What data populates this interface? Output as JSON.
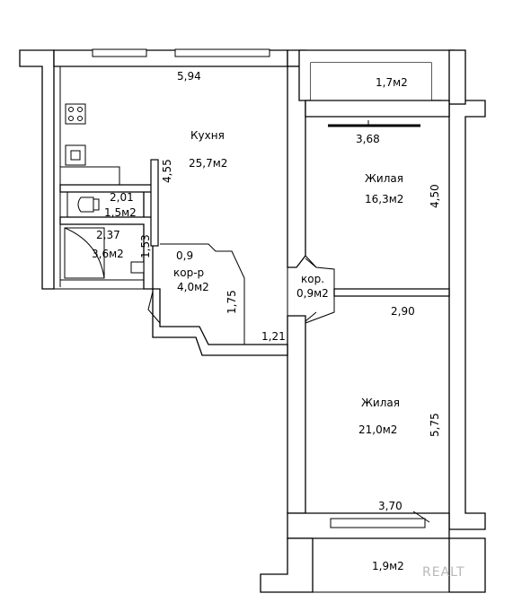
{
  "rooms": {
    "kitchen": {
      "name": "Кухня",
      "area": "25,7м2",
      "width": "5,94",
      "depth": "4,55"
    },
    "bedroom1": {
      "name": "Жилая",
      "area": "16,3м2",
      "width": "3,68",
      "depth": "4,50"
    },
    "bedroom2": {
      "name": "Жилая",
      "area": "21,0м2",
      "width": "2,90",
      "depth": "5,75",
      "bottom_width": "3,70"
    },
    "toilet": {
      "area": "1,5м2",
      "width": "2,01"
    },
    "bathroom": {
      "area": "3,6м2",
      "width": "2,37",
      "depth": "1,53"
    },
    "hall": {
      "name": "кор-р",
      "area": "4,0м2",
      "door_width": "0,9",
      "depth": "1,75",
      "bottom_width": "1,21"
    },
    "corridor": {
      "name": "кор.",
      "area": "0,9м2"
    },
    "balcony_top": {
      "area": "1,7м2"
    },
    "balcony_bottom": {
      "area": "1,9м2"
    }
  },
  "watermark": "REALT"
}
